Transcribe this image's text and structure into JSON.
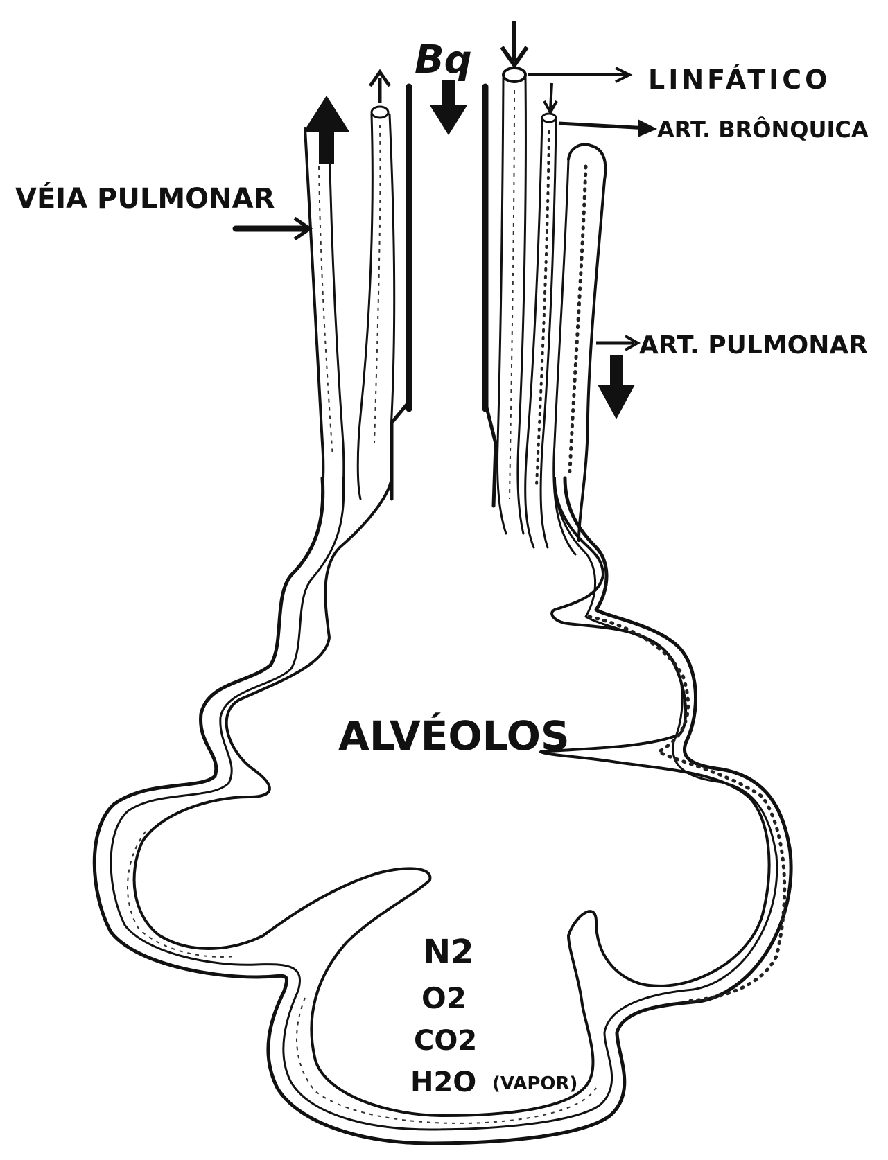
{
  "labels": {
    "bronchus": "Bq",
    "lymphatic": "LINFÁTICO",
    "bronchial_artery": "ART. BRÔNQUICA",
    "pulmonary_vein": "VÉIA PULMONAR",
    "pulmonary_artery": "ART. PULMONAR",
    "alveoli": "ALVÉOLOS"
  },
  "gases": {
    "n2": "N2",
    "o2": "O2",
    "co2": "CO2",
    "h2o": "H2O",
    "h2o_note": "(VAPOR)"
  },
  "colors": {
    "ink": "#111111",
    "paper": "#ffffff"
  }
}
